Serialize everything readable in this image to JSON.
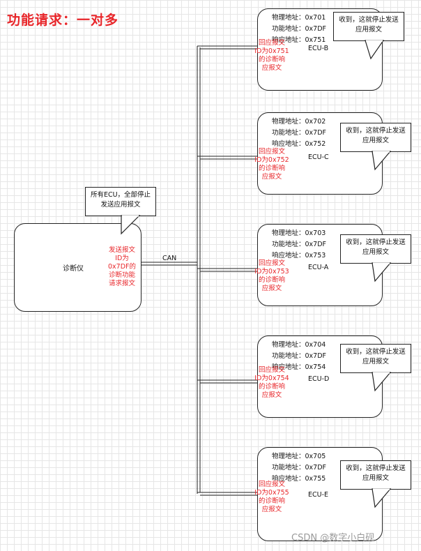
{
  "title": "功能请求：一对多",
  "tester": {
    "label": "诊断仪",
    "request_lines": [
      "发送报文",
      "ID为",
      "0x7DF的",
      "诊断功能",
      "请求报文"
    ],
    "callout_lines": [
      "所有ECU，全部停止",
      "发送应用报文"
    ]
  },
  "bus_label": "CAN",
  "ecus": [
    {
      "name": "ECU-B",
      "physical": "物理地址：0x701",
      "functional": "功能地址：0x7DF",
      "response": "响应地址：0x751",
      "resp_lines": [
        "回应报文",
        "ID为0x751",
        "的诊断响",
        "应报文"
      ],
      "callout_lines": [
        "收到，这就停止发送",
        "应用报文"
      ]
    },
    {
      "name": "ECU-C",
      "physical": "物理地址：0x702",
      "functional": "功能地址：0x7DF",
      "response": "响应地址：0x752",
      "resp_lines": [
        "回应报文",
        "ID为0x752",
        "的诊断响",
        "应报文"
      ],
      "callout_lines": [
        "收到，这就停止发送",
        "应用报文"
      ]
    },
    {
      "name": "ECU-A",
      "physical": "物理地址：0x703",
      "functional": "功能地址：0x7DF",
      "response": "响应地址：0x753",
      "resp_lines": [
        "回应报文",
        "ID为0x753",
        "的诊断响",
        "应报文"
      ],
      "callout_lines": [
        "收到，这就停止发送",
        "应用报文"
      ]
    },
    {
      "name": "ECU-D",
      "physical": "物理地址：0x704",
      "functional": "功能地址：0x7DF",
      "response": "响应地址：0x754",
      "resp_lines": [
        "回应报文",
        "ID为0x754",
        "的诊断响",
        "应报文"
      ],
      "callout_lines": [
        "收到，这就停止发送",
        "应用报文"
      ]
    },
    {
      "name": "ECU-E",
      "physical": "物理地址：0x705",
      "functional": "功能地址：0x7DF",
      "response": "响应地址：0x755",
      "resp_lines": [
        "回应报文",
        "ID为0x755",
        "的诊断响",
        "应报文"
      ],
      "callout_lines": [
        "收到，这就停止发送",
        "应用报文"
      ]
    }
  ],
  "watermark": "CSDN @数字小白砚"
}
